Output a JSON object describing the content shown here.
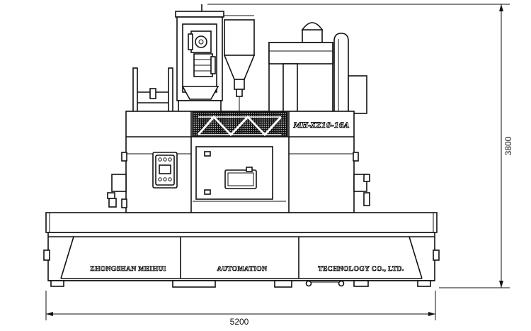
{
  "model_label": "MH-XZ10-16A",
  "company_text": {
    "part1": "ZHONGSHAN MEIHUI",
    "part2": "AUTOMATION",
    "part3": "TECHNOLOGY CO., LTD."
  },
  "dimensions": {
    "width": "5200",
    "height": "3800"
  },
  "colors": {
    "line": "#111111",
    "background": "#ffffff",
    "mesh": "#111111"
  }
}
